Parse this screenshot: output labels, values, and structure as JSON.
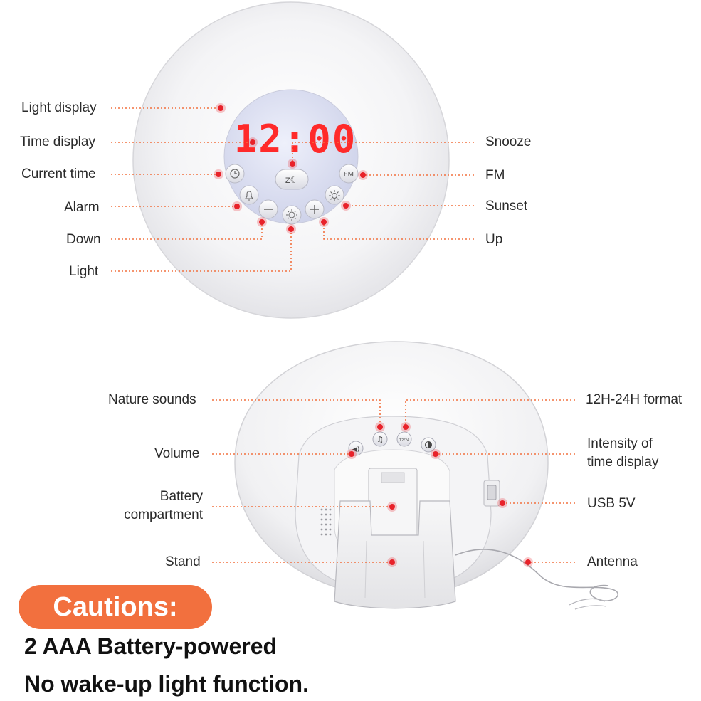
{
  "front_labels": {
    "light_display": "Light display",
    "time_display": "Time display",
    "current_time": "Current time",
    "alarm": "Alarm",
    "down": "Down",
    "light": "Light",
    "snooze": "Snooze",
    "fm": "FM",
    "sunset": "Sunset",
    "up": "Up"
  },
  "clock_display": {
    "time": "12:00"
  },
  "button_text": {
    "fm": "FM",
    "format": "12/24"
  },
  "back_labels": {
    "nature_sounds": "Nature sounds",
    "volume": "Volume",
    "battery_compartment": "Battery compartment",
    "stand": "Stand",
    "format_12_24": "12H-24H format",
    "intensity": "Intensity of time display",
    "usb": "USB 5V",
    "antenna": "Antenna"
  },
  "cautions": {
    "title": "Cautions:",
    "line1": "2 AAA Battery-powered",
    "line2": "No wake-up light function."
  },
  "colors": {
    "accent": "#f2703e",
    "marker": "#e8222a",
    "digits": "#ff2a2a"
  }
}
